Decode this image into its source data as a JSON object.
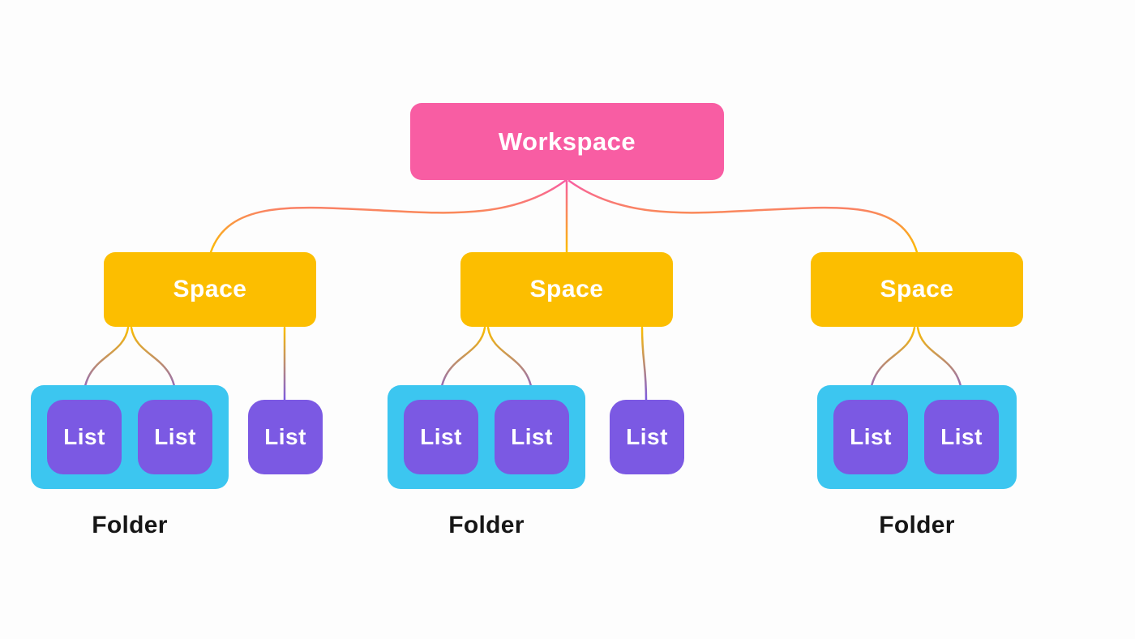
{
  "colors": {
    "background": "#fdfdfd",
    "workspace_pink": "#f85da3",
    "space_yellow": "#fcbe00",
    "folder_cyan": "#3cc6f0",
    "list_purple": "#7b59e3",
    "text_light": "#ffffff",
    "text_dark": "#161616"
  },
  "workspace": {
    "label": "Workspace"
  },
  "spaces": [
    {
      "label": "Space"
    },
    {
      "label": "Space"
    },
    {
      "label": "Space"
    }
  ],
  "groups": [
    {
      "folder_label": "Folder",
      "lists": [
        {
          "label": "List"
        },
        {
          "label": "List"
        }
      ],
      "standalone_lists": [
        {
          "label": "List"
        }
      ]
    },
    {
      "folder_label": "Folder",
      "lists": [
        {
          "label": "List"
        },
        {
          "label": "List"
        }
      ],
      "standalone_lists": [
        {
          "label": "List"
        }
      ]
    },
    {
      "folder_label": "Folder",
      "lists": [
        {
          "label": "List"
        },
        {
          "label": "List"
        }
      ],
      "standalone_lists": []
    }
  ]
}
